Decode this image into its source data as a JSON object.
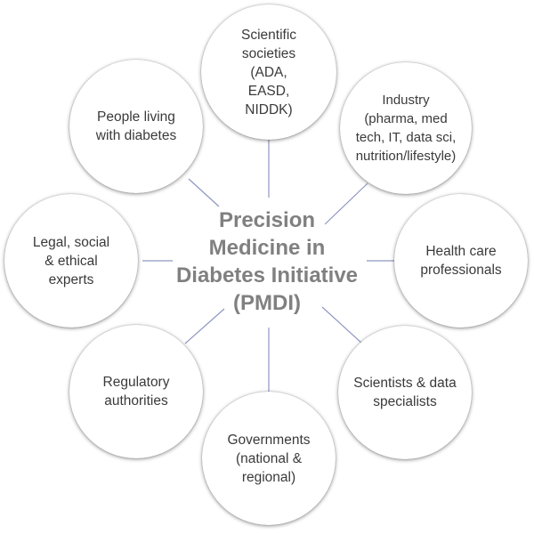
{
  "center": {
    "label": "Precision\nMedicine in\nDiabetes Initiative\n(PMDI)"
  },
  "stakeholders": [
    "Scientific\nsocieties\n(ADA,\nEASD,\nNIDDK)",
    "Industry\n(pharma, med\ntech, IT, data sci,\nnutrition/lifestyle)",
    "Health care\nprofessionals",
    "Scientists & data\nspecialists",
    "Governments\n(national &\nregional)",
    "Regulatory\nauthorities",
    "Legal, social\n& ethical\nexperts",
    "People living\nwith diabetes"
  ],
  "colors": {
    "center_text": "#808080",
    "node_text": "#3a3a3a",
    "connector": "#8f97c2"
  }
}
